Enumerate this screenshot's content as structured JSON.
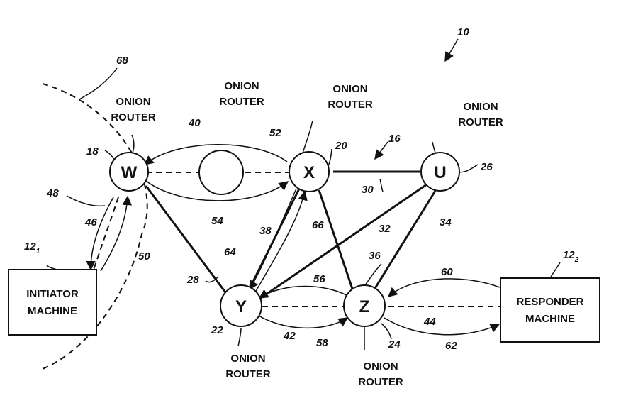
{
  "onion_label_line1": "ONION",
  "onion_label_line2": "ROUTER",
  "nodes": {
    "w": "W",
    "x": "X",
    "u": "U",
    "y": "Y",
    "z": "Z"
  },
  "initiator": {
    "line1": "INITIATOR",
    "line2": "MACHINE",
    "ref": "12",
    "ref_sub": "1"
  },
  "responder": {
    "line1": "RESPONDER",
    "line2": "MACHINE",
    "ref": "12",
    "ref_sub": "2"
  },
  "refs": {
    "system": "10",
    "network": "16",
    "w": "18",
    "x": "20",
    "y": "22",
    "z": "24",
    "u": "26",
    "l28": "28",
    "l30": "30",
    "l32": "32",
    "l34": "34",
    "l36": "36",
    "l38": "38",
    "l40": "40",
    "l42": "42",
    "l44": "44",
    "l46": "46",
    "l48": "48",
    "l50": "50",
    "l52": "52",
    "l54": "54",
    "l56": "56",
    "l58": "58",
    "l60": "60",
    "l62": "62",
    "l64": "64",
    "l66": "66",
    "l68": "68"
  }
}
